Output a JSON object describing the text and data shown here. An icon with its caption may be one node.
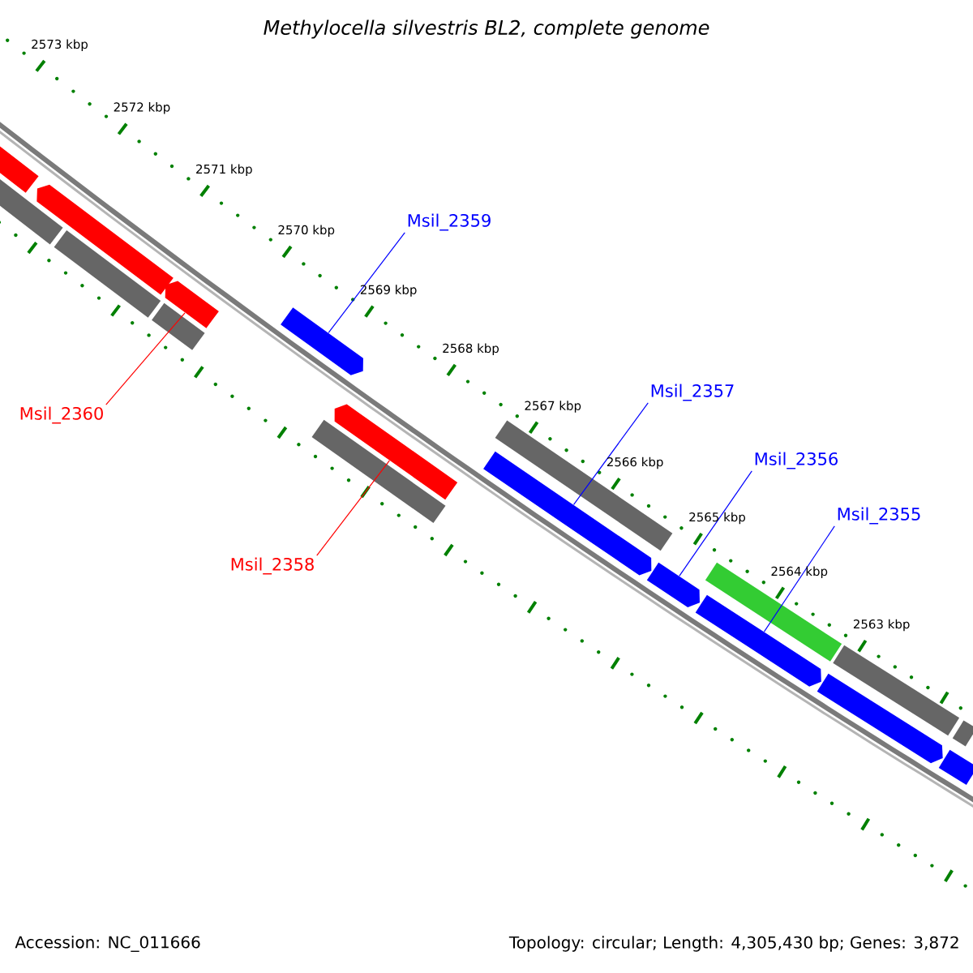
{
  "diagram": {
    "title": "Methylocella silvestris BL2, complete genome",
    "nodes": [
      {
        "text": [
          "Msil_2359"
        ]
      },
      {
        "text": [
          "Msil_2357"
        ]
      },
      {
        "text": [
          "Msil_2360"
        ]
      },
      {
        "text": [
          "Msil_2356"
        ]
      },
      {
        "text": [
          "Msil_2355"
        ]
      },
      {
        "text": [
          "Msil_2358"
        ]
      },
      {
        "text": [],
        "shape": "bar"
      },
      {
        "text": [],
        "shape": "bar"
      },
      {
        "text": [],
        "shape": "bar"
      },
      {
        "text": [],
        "shape": "bar"
      },
      {
        "text": [],
        "shape": "bar"
      },
      {
        "text": [],
        "shape": "bar"
      },
      {
        "text": [],
        "shape": "bar"
      },
      {
        "text": [],
        "shape": "bar"
      },
      {
        "text": [],
        "shape": "bar"
      },
      {
        "text": [],
        "shape": "bar"
      },
      {
        "text": [],
        "shape": "bar"
      },
      {
        "text": [],
        "shape": "bar"
      },
      {
        "text": [],
        "shape": "bar"
      },
      {
        "text": [],
        "shape": "bar"
      },
      {
        "text": [],
        "shape": "bar"
      },
      {
        "text": [],
        "shape": "bar"
      },
      {
        "text": [],
        "shape": "bar"
      },
      {
        "text": [],
        "shape": "bar"
      }
    ],
    "edges": [
      {
        "from": 0,
        "to": 12,
        "arrow": "none"
      },
      {
        "from": 1,
        "to": 16,
        "arrow": "none"
      },
      {
        "from": 2,
        "to": 10,
        "arrow": "none",
        "color": "#ff0000"
      },
      {
        "from": 3,
        "to": 17,
        "arrow": "none"
      },
      {
        "from": 4,
        "to": 19,
        "arrow": "none"
      },
      {
        "from": 5,
        "to": 13,
        "arrow": "none",
        "color": "#ff0000"
      }
    ],
    "labels": [
      "2573 kbp",
      "2572 kbp",
      "2571 kbp",
      "2570 kbp",
      "2569 kbp",
      "2568 kbp",
      "2567 kbp",
      "2566 kbp",
      "2565 kbp",
      "2564 kbp",
      "2563 kbp",
      "Accession: NC_011666",
      "Topology: circular; Length: 4,305,430 bp; Genes: 3,872"
    ]
  }
}
